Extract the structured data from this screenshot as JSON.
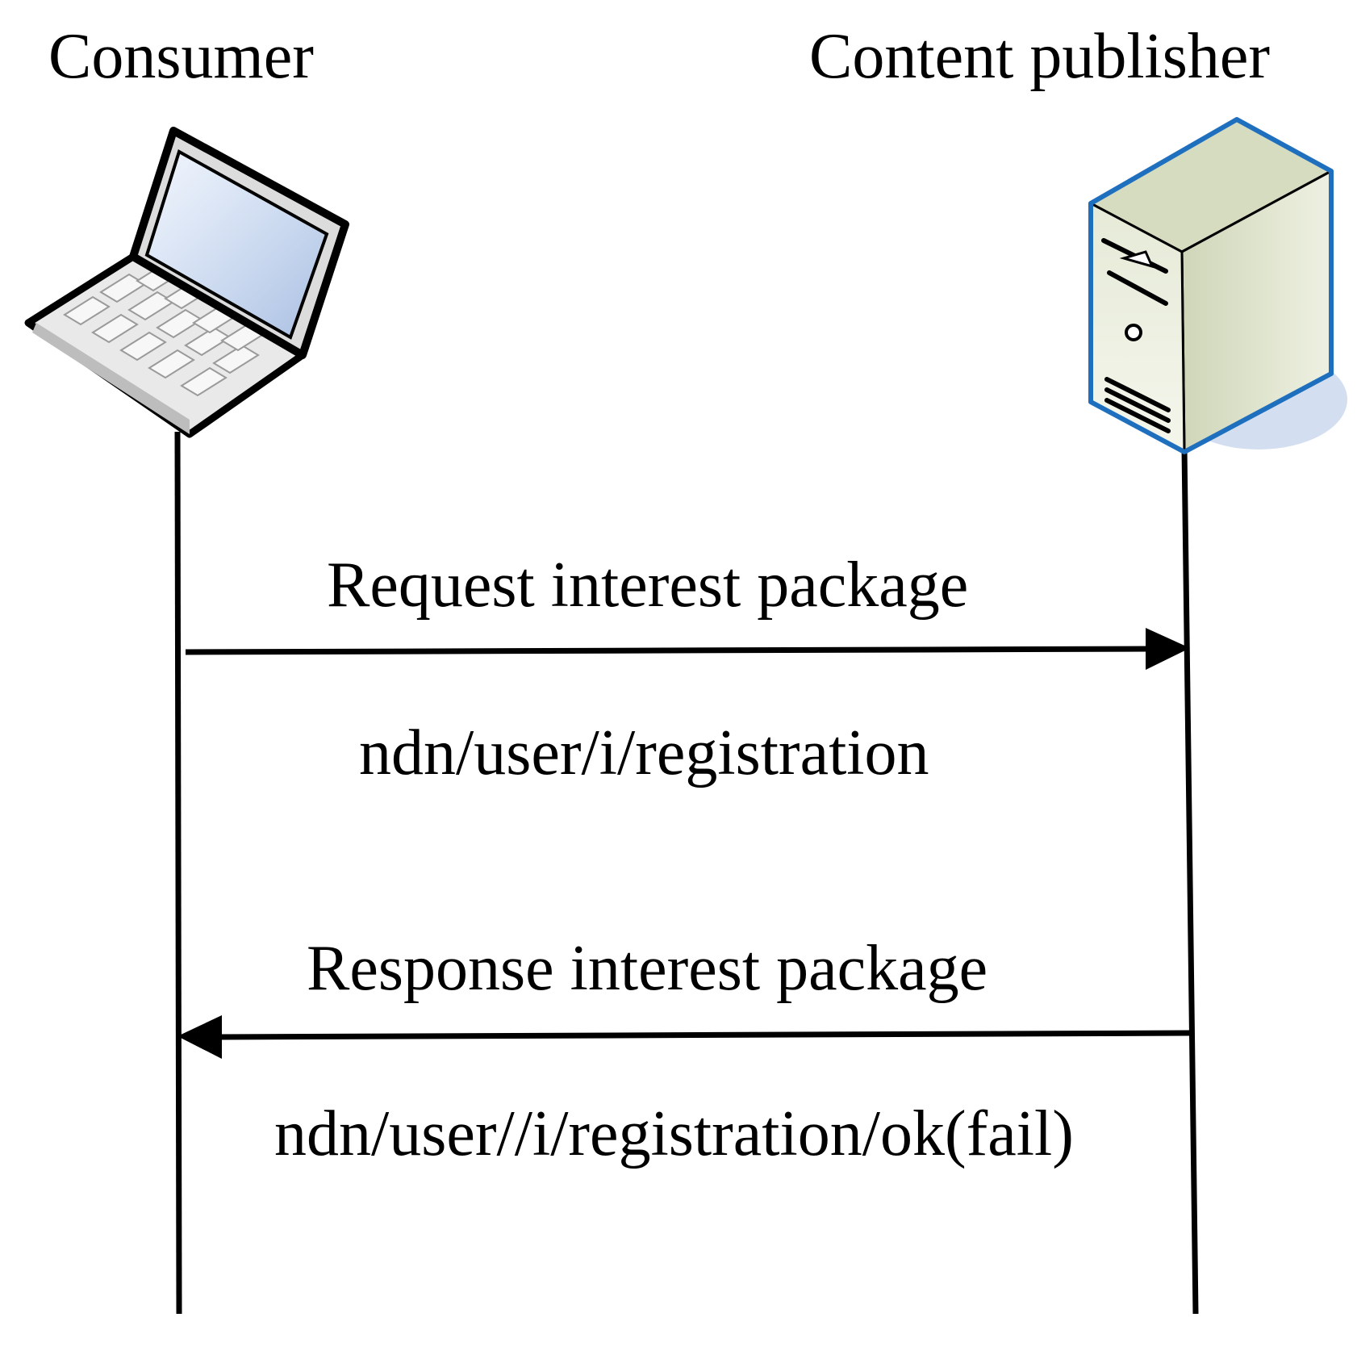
{
  "actors": {
    "consumer": {
      "label": "Consumer",
      "icon": "laptop-icon"
    },
    "publisher": {
      "label": "Content publisher",
      "icon": "server-icon"
    }
  },
  "messages": [
    {
      "direction": "consumer-to-publisher",
      "label": "Request interest package",
      "name": "ndn/user/i/registration"
    },
    {
      "direction": "publisher-to-consumer",
      "label": "Response interest package",
      "name": "ndn/user//i/registration/ok(fail)"
    }
  ],
  "colors": {
    "line": "#000000",
    "server_outline": "#1f6fbf",
    "server_body": "#dfe4cf",
    "laptop_screen": "#c9d8ef",
    "laptop_body": "#e6e6e6"
  }
}
